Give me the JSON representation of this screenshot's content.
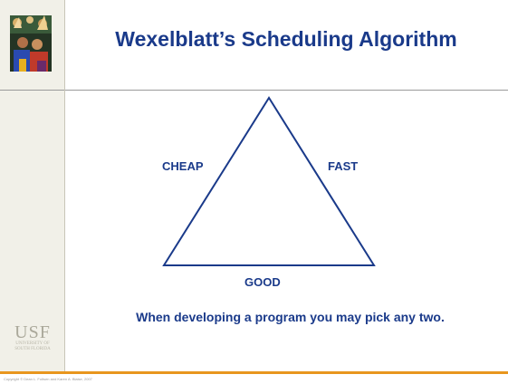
{
  "slide": {
    "title": "Wexelblatt’s Scheduling Algorithm",
    "caption": "When developing a program you may pick any two.",
    "copyright": "Copyright © Dean L. Foltsen and Karen A. Blaise, 2007"
  },
  "diagram": {
    "vertices": {
      "left": "CHEAP",
      "right": "FAST",
      "bottom": "GOOD"
    }
  },
  "logo": {
    "mark": "USF",
    "line1": "UNIVERSITY OF",
    "line2": "SOUTH FLORIDA"
  },
  "colors": {
    "title": "#1a3a8a",
    "triangle_stroke": "#1a3a8a",
    "accent_bar": "#e8961e",
    "side_band": "#f1f0e8"
  }
}
